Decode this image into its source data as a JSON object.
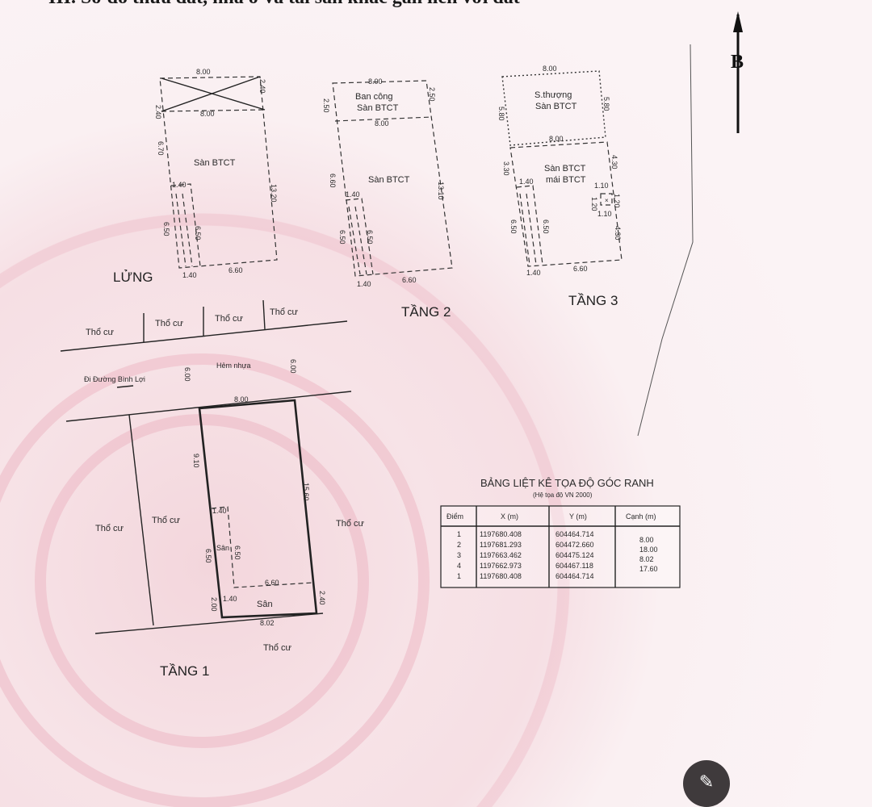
{
  "heading": "III. Sơ đồ thửa đất, nhà ở và tài sản khác gắn liền với đất",
  "north_label": "B",
  "lung": {
    "title": "LỬNG",
    "floor": "Sàn BTCT",
    "dims": {
      "top": "8.00",
      "band_left": "2.40",
      "band_right": "2.40",
      "band_width": "8.00",
      "left": "6.70",
      "right": "13.20",
      "stair_width": "1.40",
      "stair_l": "6.50",
      "stair_r": "6.50",
      "bottom_left": "1.40",
      "bottom_right": "6.60"
    }
  },
  "tang2": {
    "title": "TẦNG 2",
    "balcony": "Ban công",
    "balcony_floor": "Sàn BTCT",
    "floor": "Sàn BTCT",
    "dims": {
      "top": "8.00",
      "band_left": "2.50",
      "band_right": "2.50",
      "band_width": "8.00",
      "left": "6.60",
      "right": "13.10",
      "stair_width": "1.40",
      "stair_l": "6.50",
      "stair_r": "6.50",
      "bottom_left": "1.40",
      "bottom_right": "6.60"
    }
  },
  "tang3": {
    "title": "TẦNG 3",
    "terrace": "S.thượng",
    "terrace_floor": "Sàn BTCT",
    "floor": "Sàn BTCT",
    "roof": "mái BTCT",
    "dims": {
      "top": "8.00",
      "terrace_left": "5.80",
      "terrace_right": "5.80",
      "mid_width": "8.00",
      "left": "3.30",
      "right_top": "4.30",
      "right_bottom": "4.30",
      "stair_width": "1.40",
      "shaft_top": "1.10",
      "shaft_left": "1.20",
      "shaft_right": "1.20",
      "shaft_bottom": "1.10",
      "stair_l": "6.50",
      "stair_r": "6.50",
      "bottom_left": "1.40",
      "bottom_right": "6.60"
    }
  },
  "tang1": {
    "title": "TẦNG 1",
    "neighbor": "Thổ cư",
    "road_direction": "Đi Đường Bình Lợi",
    "alley": "Hẻm nhựa",
    "alley_width_l": "6.00",
    "alley_width_r": "6.00",
    "yard": "Sân",
    "yard_small": "Sân",
    "dims": {
      "top": "8.00",
      "left_upper": "9.10",
      "right": "15.60",
      "stair_width": "1.40",
      "stair_l": "6.50",
      "stair_r": "6.50",
      "inner_width": "6.60",
      "gap": "1.40",
      "left_lower": "2.00",
      "right_lower": "2.40",
      "bottom": "8.02"
    }
  },
  "coord_table": {
    "title": "BẢNG LIỆT KÊ TỌA ĐỘ GÓC RANH",
    "subtitle": "(Hệ tọa độ VN 2000)",
    "headers": [
      "Điểm",
      "X (m)",
      "Y (m)",
      "Cạnh (m)"
    ],
    "rows": [
      {
        "point": "1",
        "x": "1197680.408",
        "y": "604464.714"
      },
      {
        "point": "2",
        "x": "1197681.293",
        "y": "604472.660"
      },
      {
        "point": "3",
        "x": "1197663.462",
        "y": "604475.124"
      },
      {
        "point": "4",
        "x": "1197662.973",
        "y": "604467.118"
      },
      {
        "point": "1",
        "x": "1197680.408",
        "y": "604464.714"
      }
    ],
    "edges": [
      "8.00",
      "18.00",
      "8.02",
      "17.60"
    ]
  },
  "edit_button_icon": "magic-wand-icon"
}
